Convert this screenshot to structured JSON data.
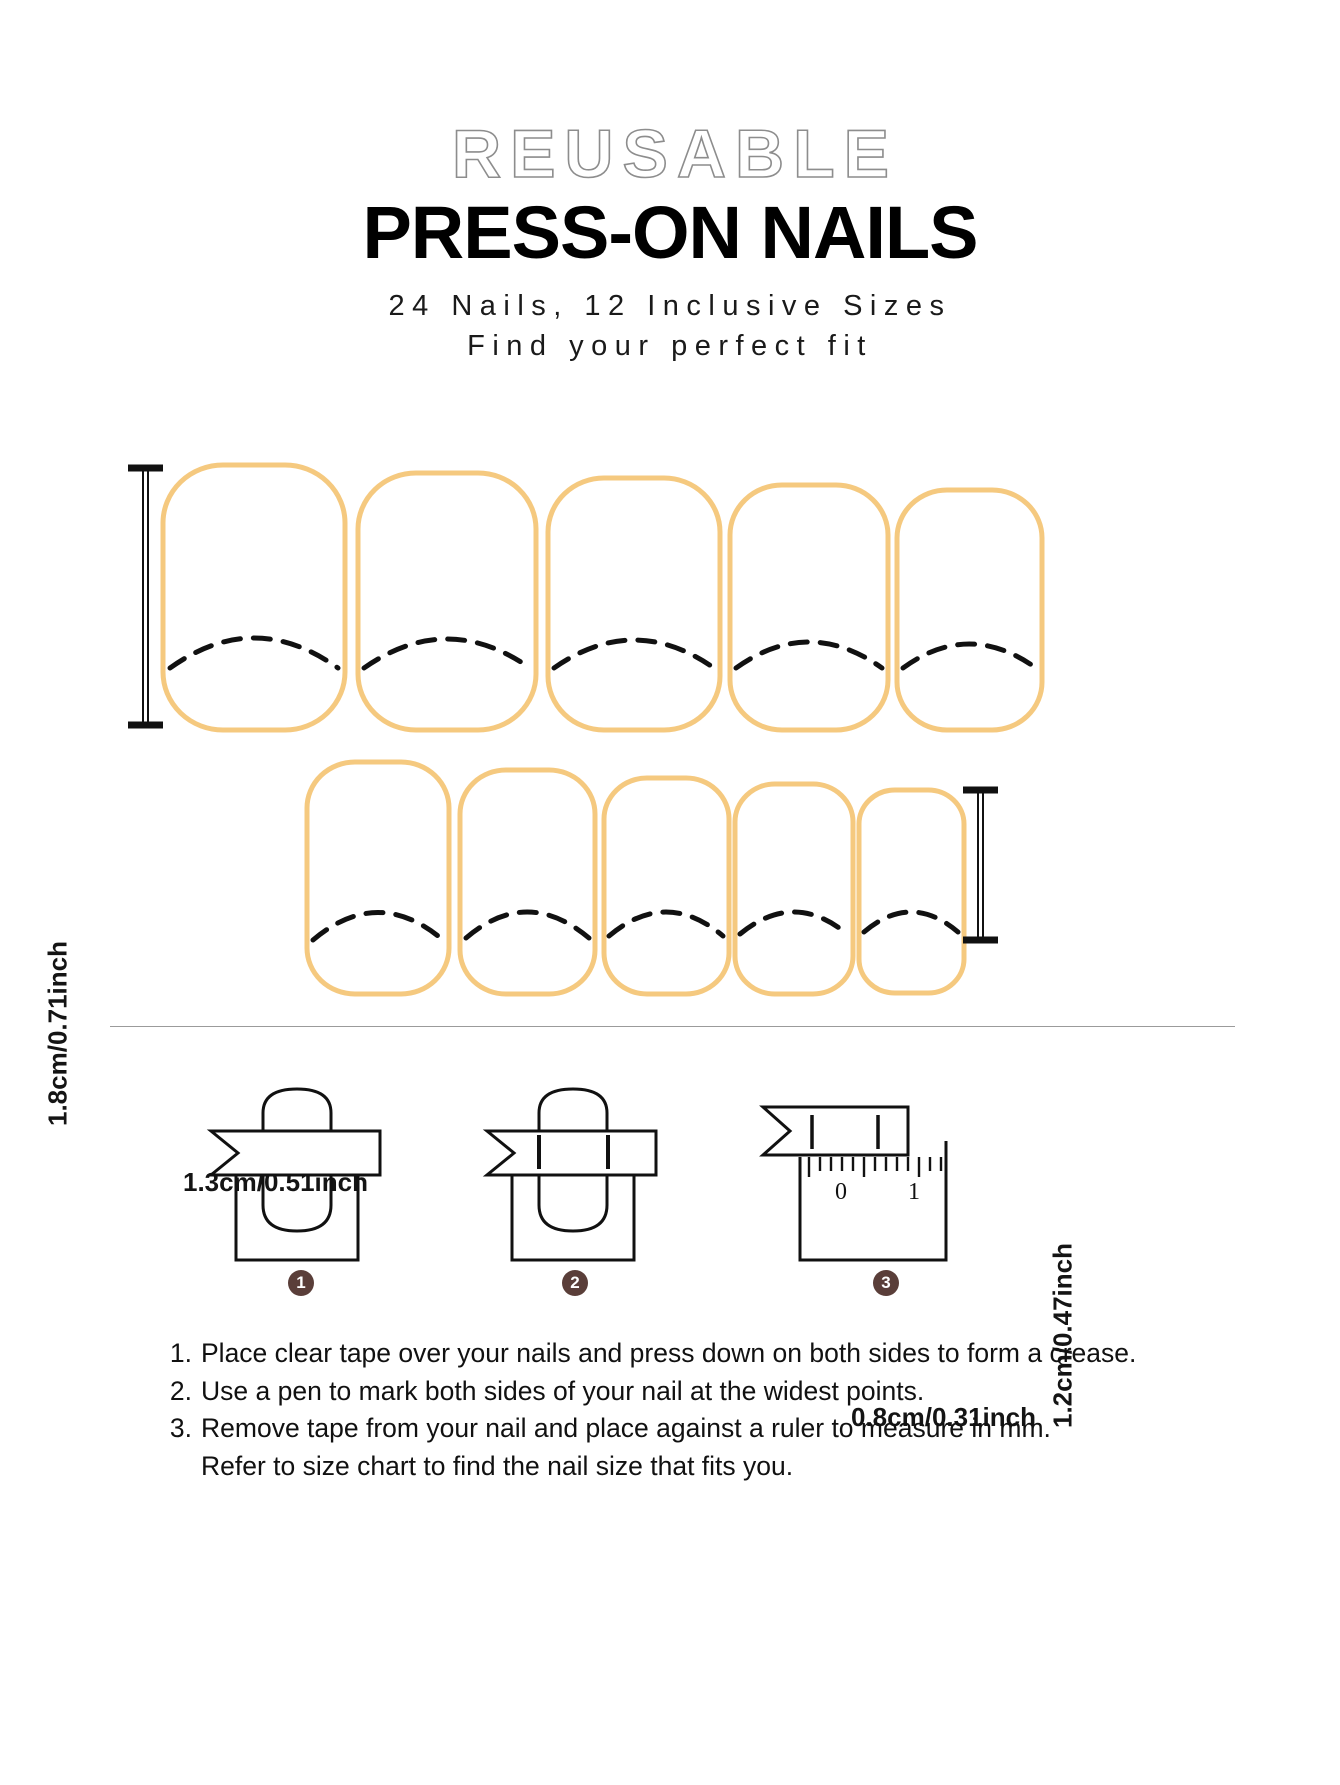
{
  "header": {
    "title_outline": "REUSABLE",
    "title_main": "PRESS-ON NAILS",
    "subtitle_1": "24 Nails, 12 Inclusive Sizes",
    "subtitle_2": "Find your perfect fit"
  },
  "nail_chart": {
    "top_row_height_label": "1.8cm/0.71inch",
    "top_row_width_label": "1.3cm/0.51inch",
    "bottom_row_height_label": "1.2cm/0.47inch",
    "bottom_row_width_label": "0.8cm/0.31inch",
    "nail_outline_color": "#F5C97F",
    "cuticle_line_color": "#111111",
    "top_row_count": 5,
    "bottom_row_count": 5
  },
  "steps": {
    "badges": [
      "1",
      "2",
      "3"
    ],
    "ruler_ticks": [
      "0",
      "1"
    ]
  },
  "instructions": [
    {
      "num": "1.",
      "text": "Place clear tape over your nails and press down on both sides to form a crease."
    },
    {
      "num": "2.",
      "text": "Use a pen to mark both sides of your nail at the widest points."
    },
    {
      "num": "3.",
      "text": "Remove tape from your nail and place against a ruler to measure in mm."
    }
  ],
  "instruction_continuation": "Refer to size chart to find the nail size that fits you.",
  "colors": {
    "nail_accent": "#F5C97F",
    "badge": "#5A3E39",
    "outline_text": "#8D8D8D",
    "divider": "#9B9B9B"
  }
}
